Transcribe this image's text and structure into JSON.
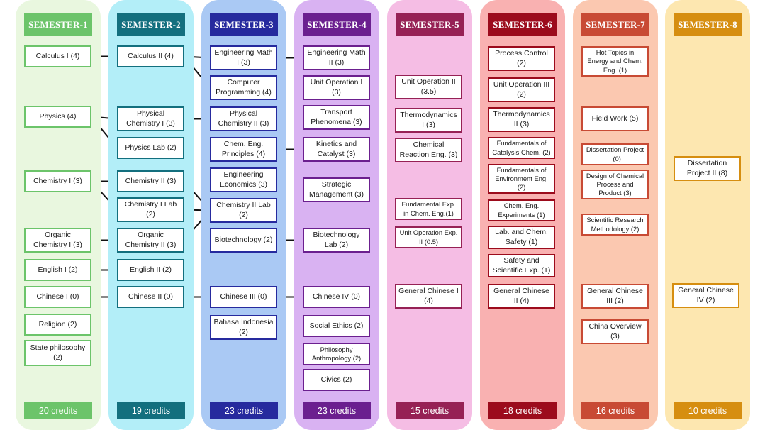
{
  "semesters": [
    {
      "title": "SEMESTER-1",
      "credits": "20 credits",
      "bg": "#e9f7df",
      "accent": "#6cc46a",
      "courses": [
        {
          "id": "1-calc",
          "label": "Calculus I (4)"
        },
        {
          "id": "1-phys",
          "label": "Physics (4)"
        },
        {
          "id": "1-chem",
          "label": "Chemistry I (3)"
        },
        {
          "id": "1-org",
          "label": "Organic Chemistry I (3)"
        },
        {
          "id": "1-eng",
          "label": "English I (2)"
        },
        {
          "id": "1-chi",
          "label": "Chinese I (0)"
        },
        {
          "id": "1-rel",
          "label": "Religion (2)"
        },
        {
          "id": "1-state",
          "label": "State philosophy (2)"
        }
      ]
    },
    {
      "title": "SEMESTER-2",
      "credits": "19 credits",
      "bg": "#b3eef8",
      "accent": "#136f7e",
      "courses": [
        {
          "id": "2-calc",
          "label": "Calculus II (4)"
        },
        {
          "id": "2-pchem",
          "label": "Physical Chemistry I (3)"
        },
        {
          "id": "2-plab",
          "label": "Physics Lab (2)"
        },
        {
          "id": "2-chem",
          "label": "Chemistry II (3)"
        },
        {
          "id": "2-clab",
          "label": "Chemistry I Lab (2)"
        },
        {
          "id": "2-org",
          "label": "Organic Chemistry II (3)"
        },
        {
          "id": "2-eng",
          "label": "English II (2)"
        },
        {
          "id": "2-chi",
          "label": "Chinese II (0)"
        }
      ]
    },
    {
      "title": "SEMESTER-3",
      "credits": "23 credits",
      "bg": "#aac9f4",
      "accent": "#262a9e",
      "courses": [
        {
          "id": "3-math",
          "label": "Engineering Math I (3)"
        },
        {
          "id": "3-prog",
          "label": "Computer Programming (4)"
        },
        {
          "id": "3-pchem",
          "label": "Physical Chemistry II (3)"
        },
        {
          "id": "3-princ",
          "label": "Chem. Eng. Principles (4)"
        },
        {
          "id": "3-econ",
          "label": "Engineering Economics (3)"
        },
        {
          "id": "3-clab",
          "label": "Chemistry II Lab (2)"
        },
        {
          "id": "3-bio",
          "label": "Biotechnology (2)"
        },
        {
          "id": "3-chi",
          "label": "Chinese III (0)"
        },
        {
          "id": "3-bahasa",
          "label": "Bahasa Indonesia (2)"
        }
      ]
    },
    {
      "title": "SEMESTER-4",
      "credits": "23 credits",
      "bg": "#d9b2f2",
      "accent": "#6b1f8f",
      "courses": [
        {
          "id": "4-math",
          "label": "Engineering Math II (3)"
        },
        {
          "id": "4-unit",
          "label": "Unit Operation I (3)"
        },
        {
          "id": "4-trans",
          "label": "Transport Phenomena (3)"
        },
        {
          "id": "4-kin",
          "label": "Kinetics and Catalyst (3)"
        },
        {
          "id": "4-strat",
          "label": "Strategic Management (3)"
        },
        {
          "id": "4-biolab",
          "label": "Biotechnology Lab (2)"
        },
        {
          "id": "4-chi",
          "label": "Chinese IV (0)"
        },
        {
          "id": "4-soc",
          "label": "Social Ethics (2)"
        },
        {
          "id": "4-phil",
          "label": "Philosophy Anthropology (2)"
        },
        {
          "id": "4-civ",
          "label": "Civics (2)"
        }
      ]
    },
    {
      "title": "SEMESTER-5",
      "credits": "15 credits",
      "bg": "#f5bde4",
      "accent": "#962155",
      "courses": [
        {
          "id": "5-unit",
          "label": "Unit Operation II (3.5)"
        },
        {
          "id": "5-thermo",
          "label": "Thermodynamics I (3)"
        },
        {
          "id": "5-react",
          "label": "Chemical Reaction Eng. (3)"
        },
        {
          "id": "5-fund",
          "label": "Fundamental Exp. in Chem. Eng.(1)"
        },
        {
          "id": "5-unitexp",
          "label": "Unit Operation Exp. II (0.5)"
        },
        {
          "id": "5-gchi",
          "label": "General Chinese I (4)"
        }
      ]
    },
    {
      "title": "SEMESTER-6",
      "credits": "18 credits",
      "bg": "#f9b1b1",
      "accent": "#9c0b1c",
      "courses": [
        {
          "id": "6-proc",
          "label": "Process Control (2)"
        },
        {
          "id": "6-unit",
          "label": "Unit Operation III (2)"
        },
        {
          "id": "6-thermo",
          "label": "Thermodynamics II (3)"
        },
        {
          "id": "6-catal",
          "label": "Fundamentals of Catalysis Chem. (2)"
        },
        {
          "id": "6-env",
          "label": "Fundamentals of Environment Eng. (2)"
        },
        {
          "id": "6-exp",
          "label": "Chem. Eng. Experiments  (1)"
        },
        {
          "id": "6-safety",
          "label": "Lab. and Chem. Safety (1)"
        },
        {
          "id": "6-sci",
          "label": "Safety and Scientific Exp. (1)"
        },
        {
          "id": "6-gchi",
          "label": "General Chinese II (4)"
        }
      ]
    },
    {
      "title": "SEMESTER-7",
      "credits": "16 credits",
      "bg": "#fbc8b0",
      "accent": "#c84a34",
      "courses": [
        {
          "id": "7-hot",
          "label": "Hot Topics in Energy and Chem. Eng. (1)"
        },
        {
          "id": "7-field",
          "label": "Field Work (5)"
        },
        {
          "id": "7-diss",
          "label": "Dissertation Project I (0)"
        },
        {
          "id": "7-design",
          "label": "Design of Chemical Process and Product (3)"
        },
        {
          "id": "7-method",
          "label": "Scientific Research Methodology (2)"
        },
        {
          "id": "7-gchi",
          "label": "General Chinese III (2)"
        },
        {
          "id": "7-china",
          "label": "China Overview (3)"
        }
      ]
    },
    {
      "title": "SEMESTER-8",
      "credits": "10 credits",
      "bg": "#fde7b0",
      "accent": "#d68e10",
      "courses": [
        {
          "id": "8-diss",
          "label": "Dissertation Project II (8)"
        },
        {
          "id": "8-gchi",
          "label": "General Chinese IV (2)"
        }
      ]
    }
  ],
  "links": [
    [
      "1-calc",
      "2-calc"
    ],
    [
      "1-phys",
      "2-pchem"
    ],
    [
      "1-phys",
      "2-plab"
    ],
    [
      "1-chem",
      "2-chem"
    ],
    [
      "1-chem",
      "2-clab"
    ],
    [
      "1-org",
      "2-org"
    ],
    [
      "1-eng",
      "2-eng"
    ],
    [
      "1-chi",
      "2-chi"
    ],
    [
      "2-calc",
      "3-math"
    ],
    [
      "2-calc",
      "3-prog"
    ],
    [
      "2-pchem",
      "3-pchem"
    ],
    [
      "2-chem",
      "3-clab"
    ],
    [
      "2-clab",
      "3-clab"
    ],
    [
      "2-org",
      "3-clab"
    ],
    [
      "2-chi",
      "3-chi"
    ],
    [
      "3-math",
      "4-math"
    ],
    [
      "3-princ",
      "4-kin"
    ],
    [
      "3-bio",
      "4-biolab"
    ],
    [
      "3-chi",
      "4-chi"
    ]
  ]
}
